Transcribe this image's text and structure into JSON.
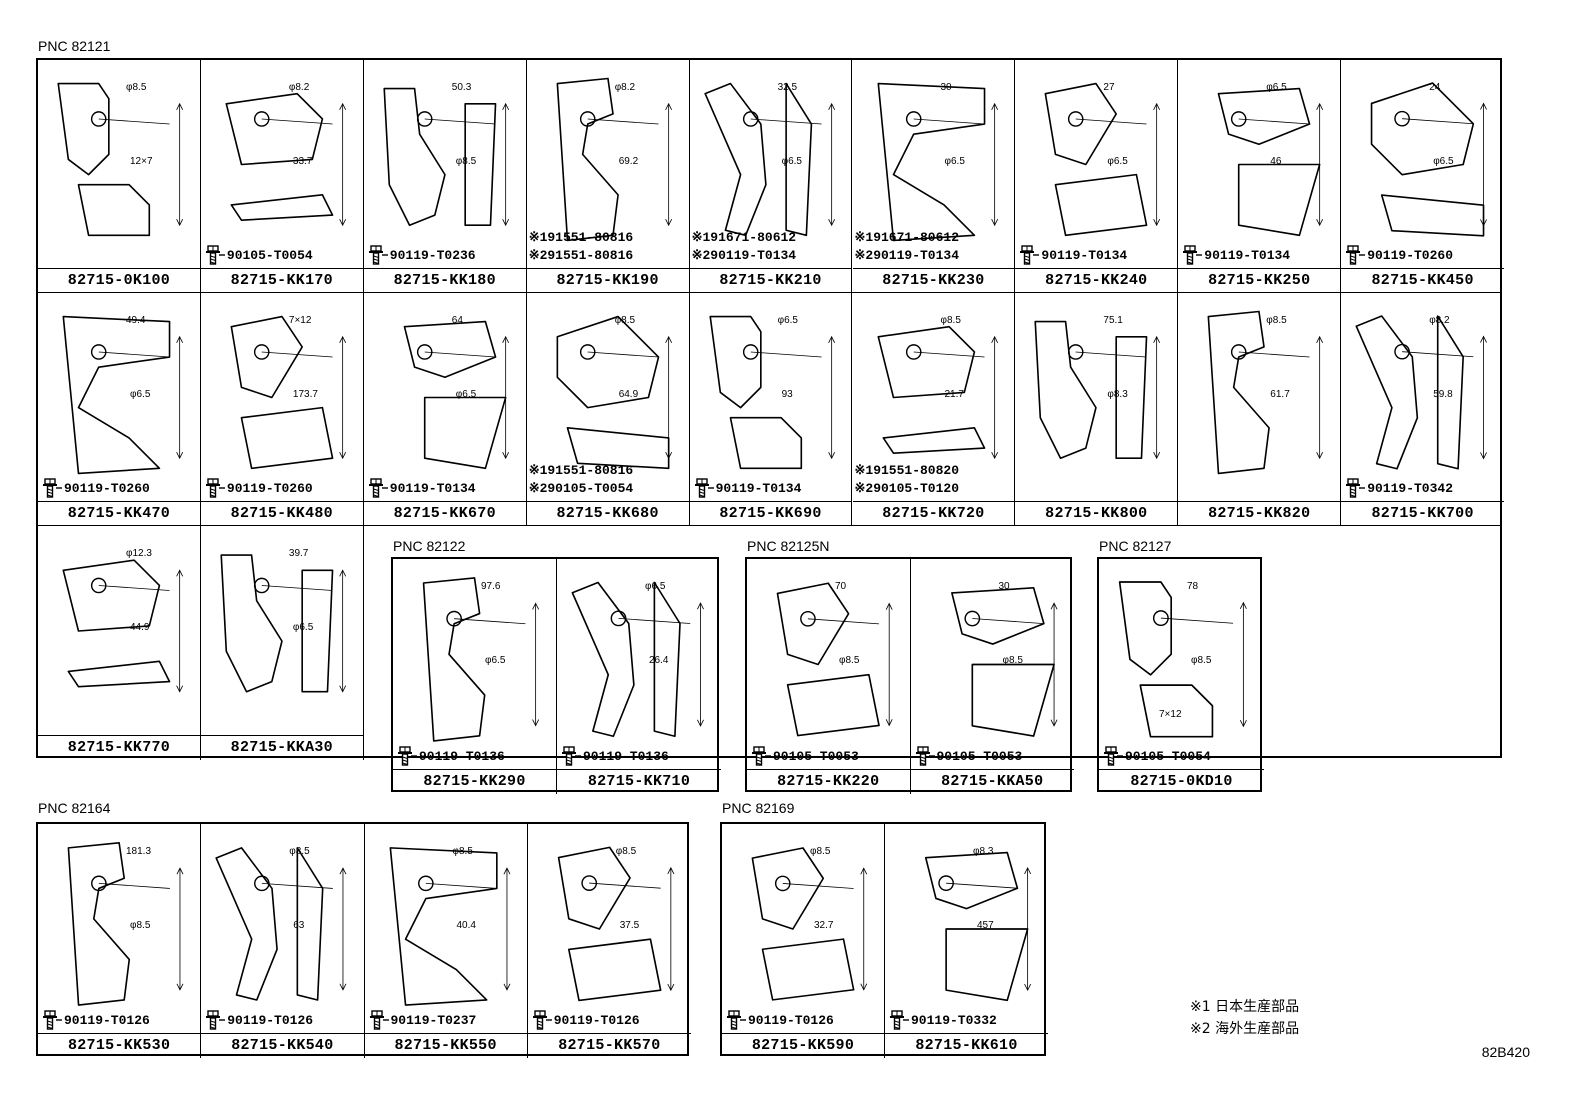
{
  "groups": [
    {
      "id": "g1",
      "pnc": "PNC 82121",
      "rows": [
        [
          {
            "pn": "82715-0K100",
            "bolts": [],
            "dims": [
              "φ8.5",
              "12×7"
            ]
          },
          {
            "pn": "82715-KK170",
            "bolts": [
              "90105-T0054"
            ],
            "dims": [
              "φ8.2",
              "33.7"
            ]
          },
          {
            "pn": "82715-KK180",
            "bolts": [
              "90119-T0236"
            ],
            "dims": [
              "50.3",
              "φ8.5"
            ]
          },
          {
            "pn": "82715-KK190",
            "bolts": [
              "※191551-80816",
              "※291551-80816"
            ],
            "dims": [
              "φ8.2",
              "69.2"
            ]
          },
          {
            "pn": "82715-KK210",
            "bolts": [
              "※191671-80612",
              "※290119-T0134"
            ],
            "dims": [
              "32.5",
              "φ6.5"
            ]
          },
          {
            "pn": "82715-KK230",
            "bolts": [
              "※191671-80612",
              "※290119-T0134"
            ],
            "dims": [
              "30",
              "φ6.5"
            ]
          },
          {
            "pn": "82715-KK240",
            "bolts": [
              "90119-T0134"
            ],
            "dims": [
              "27",
              "φ6.5"
            ]
          },
          {
            "pn": "82715-KK250",
            "bolts": [
              "90119-T0134"
            ],
            "dims": [
              "φ6.5",
              "46"
            ]
          },
          {
            "pn": "82715-KK450",
            "bolts": [
              "90119-T0260"
            ],
            "dims": [
              "24",
              "φ6.5"
            ]
          }
        ],
        [
          {
            "pn": "82715-KK470",
            "bolts": [
              "90119-T0260"
            ],
            "dims": [
              "49.4",
              "φ6.5"
            ]
          },
          {
            "pn": "82715-KK480",
            "bolts": [
              "90119-T0260"
            ],
            "dims": [
              "7×12",
              "173.7"
            ]
          },
          {
            "pn": "82715-KK670",
            "bolts": [
              "90119-T0134"
            ],
            "dims": [
              "64",
              "φ6.5"
            ]
          },
          {
            "pn": "82715-KK680",
            "bolts": [
              "※191551-80816",
              "※290105-T0054"
            ],
            "dims": [
              "φ8.5",
              "64.9"
            ]
          },
          {
            "pn": "82715-KK690",
            "bolts": [
              "90119-T0134"
            ],
            "dims": [
              "φ6.5",
              "93"
            ]
          },
          {
            "pn": "82715-KK720",
            "bolts": [
              "※191551-80820",
              "※290105-T0120"
            ],
            "dims": [
              "φ8.5",
              "21.7"
            ]
          },
          {
            "pn": "82715-KK800",
            "bolts": [],
            "dims": [
              "75.1",
              "φ8.3"
            ]
          },
          {
            "pn": "82715-KK820",
            "bolts": [],
            "dims": [
              "φ8.5",
              "61.7"
            ]
          },
          {
            "pn": "82715-KK700",
            "bolts": [
              "90119-T0342"
            ],
            "dims": [
              "φ8.2",
              "59.8"
            ]
          }
        ],
        [
          {
            "pn": "82715-KK770",
            "bolts": [],
            "dims": [
              "φ12.3",
              "44.9"
            ]
          },
          {
            "pn": "82715-KKA30",
            "bolts": [],
            "dims": [
              "39.7",
              "φ6.5"
            ]
          }
        ]
      ]
    },
    {
      "id": "g2",
      "pnc": "PNC 82122",
      "rows": [
        [
          {
            "pn": "82715-KK290",
            "bolts": [
              "90119-T0136"
            ],
            "dims": [
              "97.6",
              "φ6.5"
            ]
          },
          {
            "pn": "82715-KK710",
            "bolts": [
              "90119-T0136"
            ],
            "dims": [
              "φ6.5",
              "26.4"
            ]
          }
        ]
      ]
    },
    {
      "id": "g3",
      "pnc": "PNC 82125N",
      "rows": [
        [
          {
            "pn": "82715-KK220",
            "bolts": [
              "90105-T0053"
            ],
            "dims": [
              "70",
              "φ8.5"
            ]
          },
          {
            "pn": "82715-KKA50",
            "bolts": [
              "90105-T0053"
            ],
            "dims": [
              "30",
              "φ8.5"
            ]
          }
        ]
      ]
    },
    {
      "id": "g4",
      "pnc": "PNC 82127",
      "rows": [
        [
          {
            "pn": "82715-0KD10",
            "bolts": [
              "90105-T0054"
            ],
            "dims": [
              "78",
              "φ8.5",
              "7×12"
            ]
          }
        ]
      ]
    },
    {
      "id": "g5",
      "pnc": "PNC 82164",
      "rows": [
        [
          {
            "pn": "82715-KK530",
            "bolts": [
              "90119-T0126"
            ],
            "dims": [
              "181.3",
              "φ8.5"
            ]
          },
          {
            "pn": "82715-KK540",
            "bolts": [
              "90119-T0126"
            ],
            "dims": [
              "φ8.5",
              "63"
            ]
          },
          {
            "pn": "82715-KK550",
            "bolts": [
              "90119-T0237"
            ],
            "dims": [
              "φ8.5",
              "40.4"
            ]
          },
          {
            "pn": "82715-KK570",
            "bolts": [
              "90119-T0126"
            ],
            "dims": [
              "φ8.5",
              "37.5"
            ]
          }
        ]
      ]
    },
    {
      "id": "g6",
      "pnc": "PNC 82169",
      "rows": [
        [
          {
            "pn": "82715-KK590",
            "bolts": [
              "90119-T0126"
            ],
            "dims": [
              "φ8.5",
              "32.7"
            ]
          },
          {
            "pn": "82715-KK610",
            "bolts": [
              "90119-T0332"
            ],
            "dims": [
              "φ8.3",
              "457"
            ]
          }
        ]
      ]
    }
  ],
  "notes": [
    "※1 日本生産部品",
    "※2 海外生産部品"
  ],
  "diagram_code": "82B420"
}
